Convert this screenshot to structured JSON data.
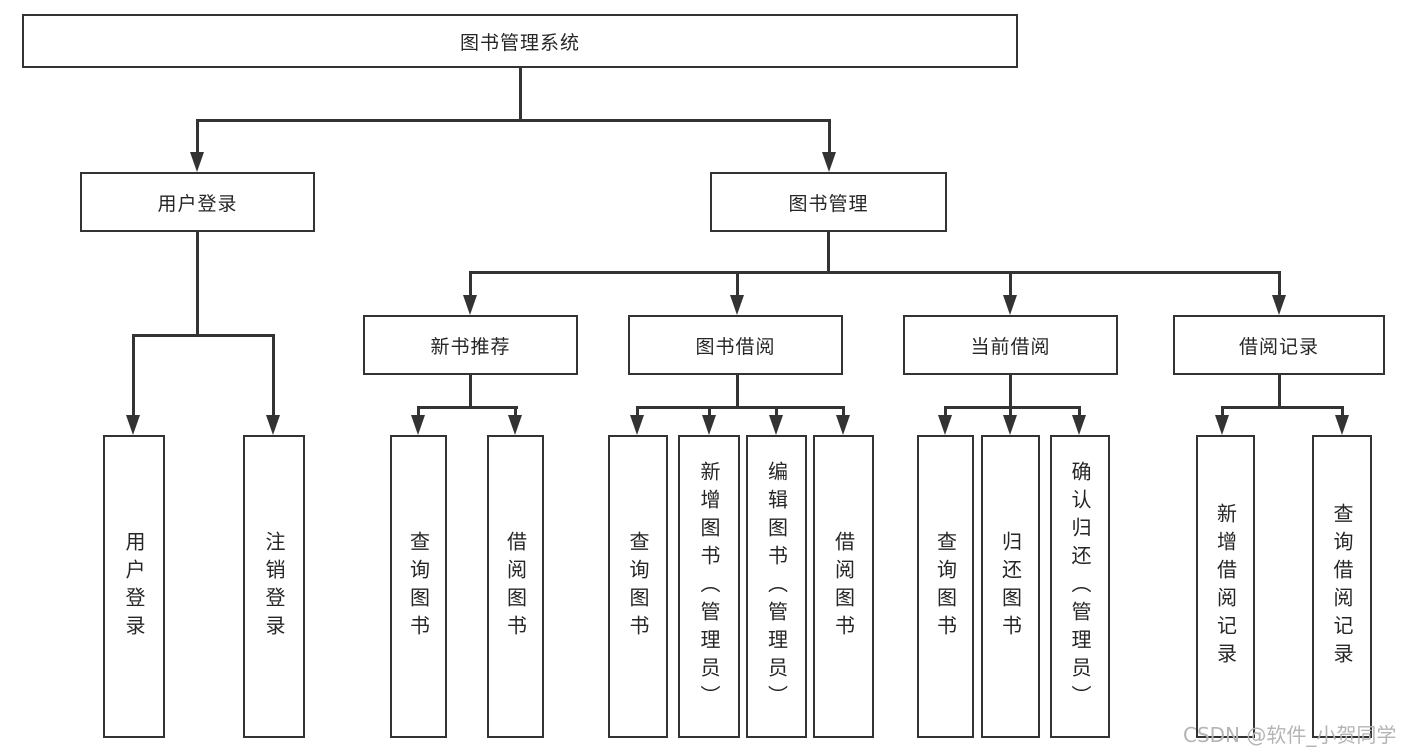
{
  "colors": {
    "line": "#333333",
    "text": "#262626",
    "box_background": "#ffffff",
    "watermark": "#b5b5b5"
  },
  "watermark": "CSDN @软件_小贺同学",
  "tree": {
    "root": {
      "label": "图书管理系统"
    },
    "branches": [
      {
        "label": "用户登录",
        "children": [
          {
            "label": "用户登录"
          },
          {
            "label": "注销登录"
          }
        ]
      },
      {
        "label": "图书管理",
        "children": [
          {
            "label": "新书推荐",
            "children": [
              {
                "label": "查询图书"
              },
              {
                "label": "借阅图书"
              }
            ]
          },
          {
            "label": "图书借阅",
            "children": [
              {
                "label": "查询图书"
              },
              {
                "label": "新增图书（管理员）"
              },
              {
                "label": "编辑图书（管理员）"
              },
              {
                "label": "借阅图书"
              }
            ]
          },
          {
            "label": "当前借阅",
            "children": [
              {
                "label": "查询图书"
              },
              {
                "label": "归还图书"
              },
              {
                "label": "确认归还（管理员）"
              }
            ]
          },
          {
            "label": "借阅记录",
            "children": [
              {
                "label": "新增借阅记录"
              },
              {
                "label": "查询借阅记录"
              }
            ]
          }
        ]
      }
    ]
  }
}
